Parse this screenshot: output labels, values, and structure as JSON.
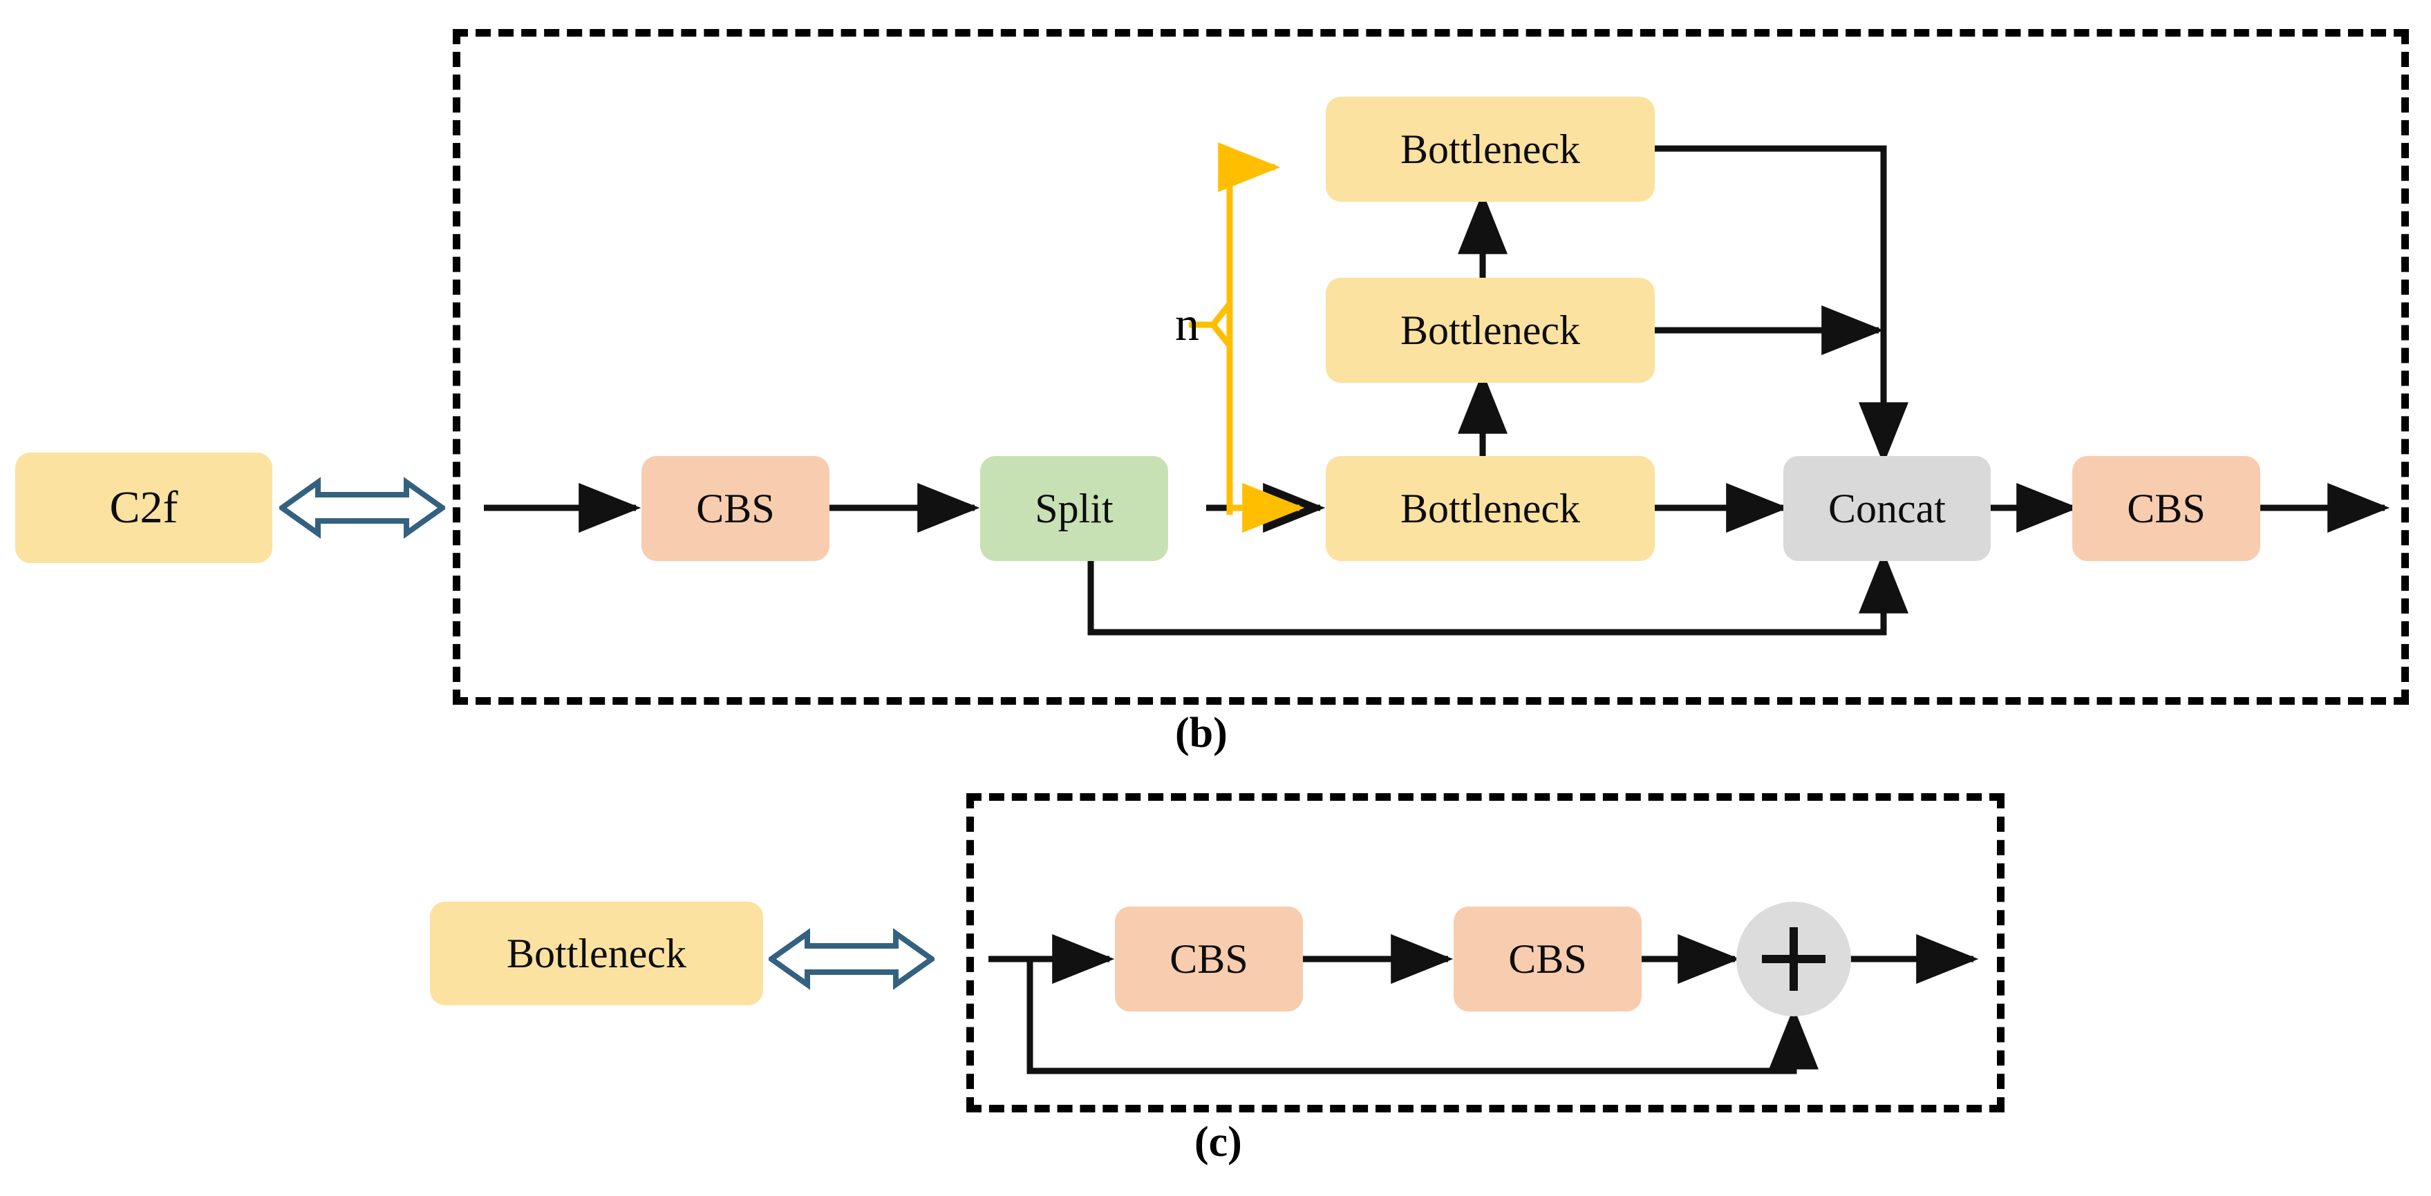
{
  "figure": {
    "background": "#FFFFFF",
    "palette": {
      "yellow": "#FCE2A0",
      "salmon": "#F8CCAE",
      "green": "#C7E1B5",
      "grey": "#D9D9D9",
      "arrow_black": "#111111",
      "arrow_orange": "#FFBF00",
      "equiv_arrow_blue": "#34617F",
      "dashed_border": "#000000"
    }
  },
  "panel_b": {
    "caption": "(b)",
    "source_block": {
      "label": "C2f",
      "color": "yellow"
    },
    "equivalence_icon": "double-headed-arrow-icon",
    "repeat_label": "n",
    "nodes": [
      {
        "id": "cbs_in",
        "label": "CBS",
        "color": "salmon"
      },
      {
        "id": "split",
        "label": "Split",
        "color": "green"
      },
      {
        "id": "bottleneck_1",
        "label": "Bottleneck",
        "color": "yellow"
      },
      {
        "id": "bottleneck_2",
        "label": "Bottleneck",
        "color": "yellow"
      },
      {
        "id": "bottleneck_3",
        "label": "Bottleneck",
        "color": "yellow"
      },
      {
        "id": "concat",
        "label": "Concat",
        "color": "grey"
      },
      {
        "id": "cbs_out",
        "label": "CBS",
        "color": "salmon"
      }
    ]
  },
  "panel_c": {
    "caption": "(c)",
    "source_block": {
      "label": "Bottleneck",
      "color": "yellow"
    },
    "equivalence_icon": "double-headed-arrow-icon",
    "nodes": [
      {
        "id": "cbs_a",
        "label": "CBS",
        "color": "salmon"
      },
      {
        "id": "cbs_b",
        "label": "CBS",
        "color": "salmon"
      },
      {
        "id": "add",
        "label": "+",
        "color": "grey"
      }
    ]
  }
}
